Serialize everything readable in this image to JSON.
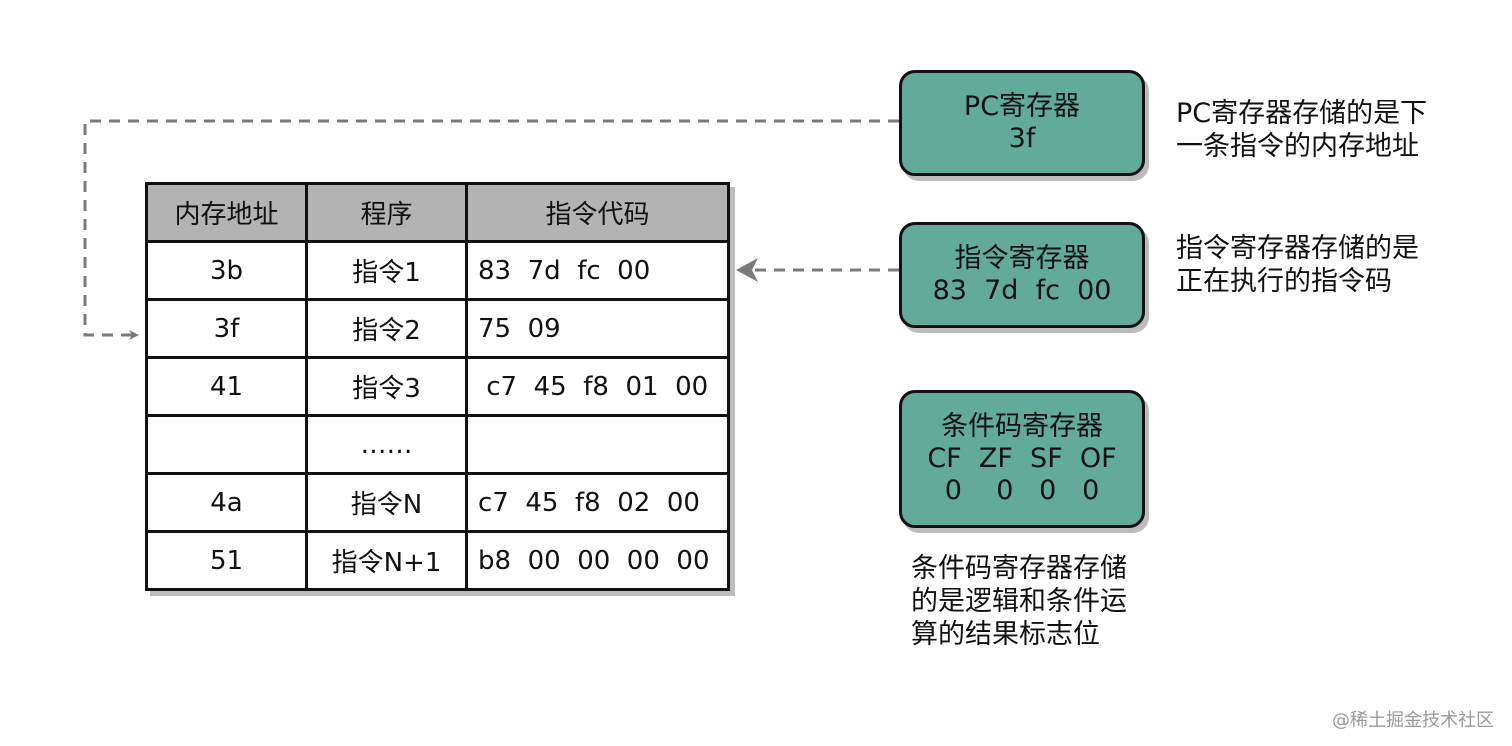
{
  "table": {
    "headers": [
      "内存地址",
      "程序",
      "指令代码"
    ],
    "rows": [
      {
        "address": "3b",
        "program": "指令1",
        "code": "83  7d  fc  00"
      },
      {
        "address": "3f",
        "program": "指令2",
        "code": "75  09"
      },
      {
        "address": "41",
        "program": "指令3",
        "code": " c7  45  f8  01  00"
      },
      {
        "address": "",
        "program": "……",
        "code": ""
      },
      {
        "address": "4a",
        "program": "指令N",
        "code": "c7  45  f8  02  00"
      },
      {
        "address": "51",
        "program": "指令N+1",
        "code": "b8  00  00  00  00"
      }
    ]
  },
  "registers": {
    "pc": {
      "title": "PC寄存器",
      "value": "3f"
    },
    "ir": {
      "title": "指令寄存器",
      "value": "83  7d  fc  00"
    },
    "flags": {
      "title": "条件码寄存器",
      "names": "CF  ZF  SF  OF",
      "values": "0    0   0   0"
    }
  },
  "notes": {
    "pc": "PC寄存器存储的是下\n一条指令的内存地址",
    "ir": "指令寄存器存储的是\n正在执行的指令码",
    "flags": "条件码寄存器存储\n的是逻辑和条件运\n算的结果标志位"
  },
  "watermark": "@稀土掘金技术社区",
  "colors": {
    "register_fill": "#62ab9a",
    "header_fill": "#b3b3b3",
    "arrow": "#7a7a7a"
  }
}
